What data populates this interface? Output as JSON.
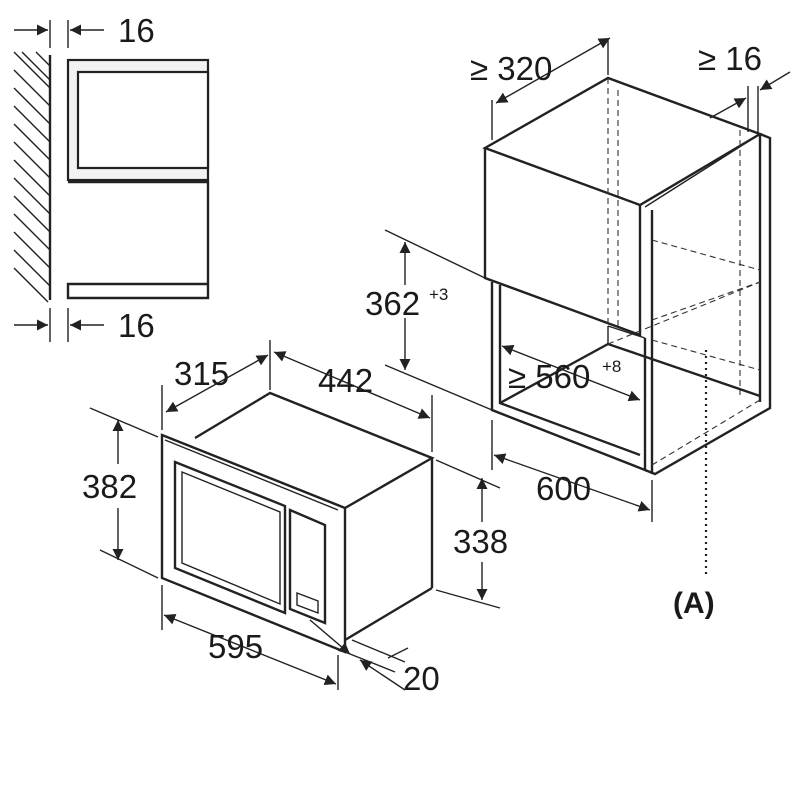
{
  "labels": {
    "side_top_gap": "16",
    "side_bottom_gap": "16",
    "cabinet_depth_min": "≥ 320",
    "cabinet_side_min": "≥ 16",
    "niche_height": "362",
    "niche_height_tol": "+3",
    "niche_width": "≥ 560",
    "niche_width_tol": "+8",
    "cabinet_width": "600",
    "oven_depth": "315",
    "oven_body_width": "442",
    "oven_height": "382",
    "oven_body_height": "338",
    "oven_front_width": "595",
    "frame_thickness": "20",
    "detail_marker": "(A)"
  }
}
